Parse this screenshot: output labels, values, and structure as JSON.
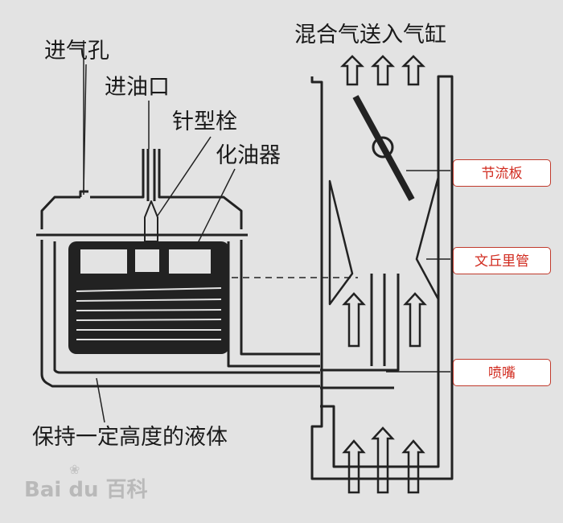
{
  "labels": {
    "air_hole": "进气孔",
    "fuel_inlet": "进油口",
    "needle_valve": "针型栓",
    "carburetor": "化油器",
    "mixture_to_cylinder": "混合气送入气缸",
    "liquid_level": "保持一定高度的液体"
  },
  "tags": {
    "throttle": "节流板",
    "venturi": "文丘里管",
    "nozzle": "喷嘴"
  },
  "watermark": {
    "brand": "Bai du 百科"
  },
  "colors": {
    "background": "#e3e3e3",
    "line": "#222222",
    "float": "#222222",
    "tag_border": "#c0392b",
    "tag_text": "#d12b1f"
  }
}
